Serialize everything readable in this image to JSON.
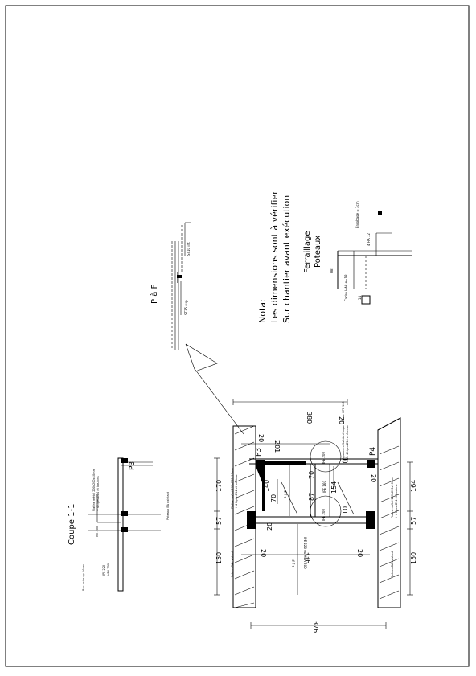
{
  "labels": {
    "coupe_title": "Coupe 1-1",
    "platine_top": "Platine métal 200x200x10mm",
    "platine_top_2": "+ 4 tiges Ø14 et boulons",
    "p3_coupe": "P3",
    "ipe200_coupe": "IPE 200",
    "ipe220_coupe": "IPE 220",
    "hea200_coupe": "HEA 200",
    "bac_acier": "Bac acier ép.14cm",
    "poteau_ba_coupe": "Poteaux BA existant",
    "paf": "P à F",
    "st_bas": "ST35 sup.",
    "st_top": "ST10 inf.",
    "nota_1": "Nota:",
    "nota_2": "Les dimensions sont à vérifier",
    "nota_3": "Sur chantier avant exécution",
    "ferraillage_1": "Ferraillage",
    "ferraillage_2": "Poteaux",
    "enrobage": "Enrobage = 3cm",
    "ha12": "4 HA 12",
    "cadre": "Cadre HA8 e=18",
    "h8": "H8",
    "ha14": "14",
    "d380": "380",
    "d201": "201",
    "d20a": "20",
    "d20b": "20",
    "d20c": "20",
    "d20d": "20",
    "d20e": "20",
    "d10a": "10",
    "d10b": "10",
    "d170": "170",
    "d57a": "57",
    "d57b": "57",
    "d150a": "150",
    "d150b": "150",
    "d164": "164",
    "d140": "140",
    "d70a": "70",
    "d70b": "70",
    "d87": "87",
    "d154": "154",
    "d336": "336",
    "d376": "376",
    "p3_plan": "P3",
    "p4_plan": "P4",
    "equerre": "1 équerre métal de chaque coté de l'IPE 160",
    "equerre_2": "avec 4 tiges Ø14 et écrous",
    "ipe200_a": "IPE 200",
    "ipe200_b": "IPE 200",
    "ipe160": "IPE 160",
    "ipe220_plan": "IPE 220 ou HEA 200",
    "platine_plan_l": "Platine métal 200x200x10mm",
    "platine_plan_l2": "+ 4 tiges Ø14 et boulons",
    "platine_plan_r": "Platine métal 200x200x10mm",
    "platine_plan_r2": "+ 4 tiges Ø14 et boulons",
    "poteau_ba_l": "Poteau BA existant",
    "poteau_ba_r": "Poteau BA existant",
    "paf_plan_a": "P à F",
    "paf_plan_b": "P à F"
  }
}
